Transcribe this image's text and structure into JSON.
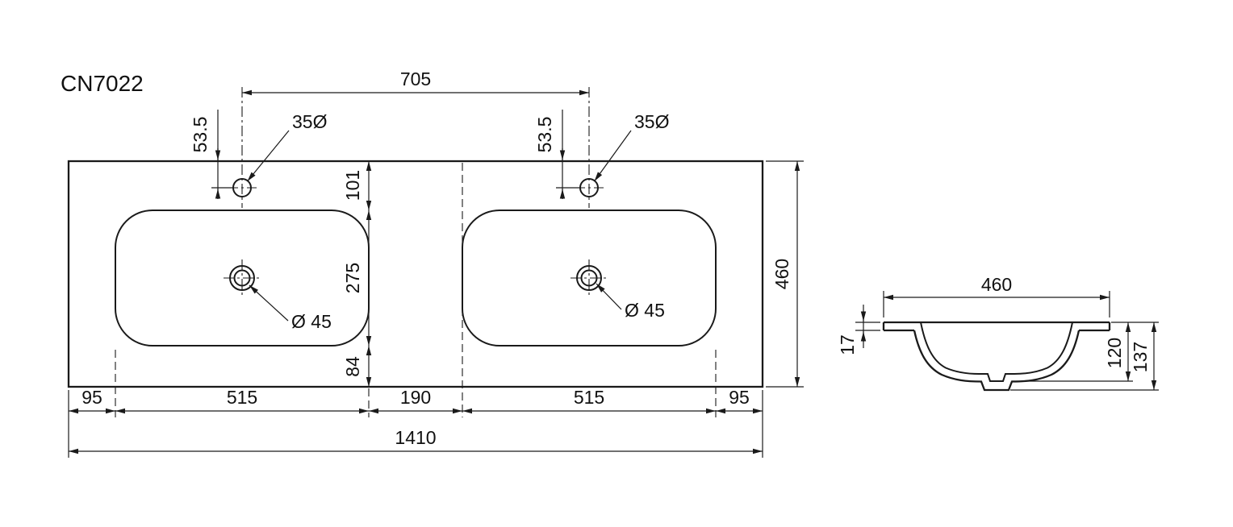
{
  "title": "CN7022",
  "plan": {
    "faucet_spacing": "705",
    "faucet_offset_l": "53.5",
    "faucet_offset_r": "53.5",
    "faucet_dia_l": "35Ø",
    "faucet_dia_r": "35Ø",
    "seg_top": "101",
    "seg_basin": "275",
    "seg_bottom": "84",
    "drain_dia_l": "Ø 45",
    "drain_dia_r": "Ø 45",
    "depth_total": "460",
    "bottom_chain": {
      "margin_l": "95",
      "basin_l": "515",
      "gap": "190",
      "basin_r": "515",
      "margin_r": "95"
    },
    "width_total": "1410"
  },
  "section": {
    "width": "460",
    "rim_thickness": "17",
    "depth_inner": "120",
    "depth_total": "137"
  },
  "colors": {
    "line": "#1a1a1a",
    "background": "#ffffff"
  }
}
